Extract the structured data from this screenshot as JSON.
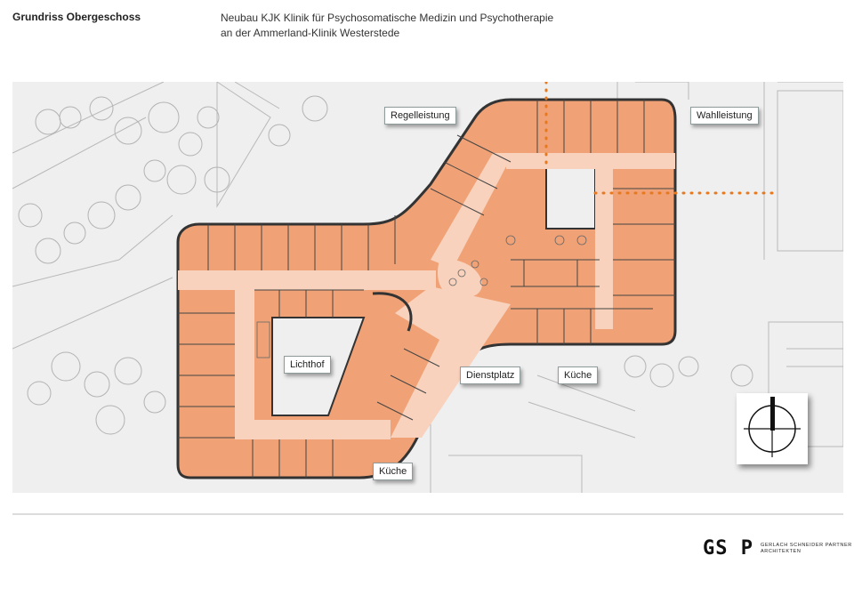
{
  "header": {
    "title": "Grundriss Obergeschoss",
    "subtitle_line1": "Neubau KJK Klinik für Psychosomatische Medizin und Psychotherapie",
    "subtitle_line2": "an der Ammerland-Klinik Westerstede"
  },
  "labels": {
    "regelleistung": "Regelleistung",
    "wahlleistung": "Wahlleistung",
    "lichthof": "Lichthof",
    "dienstplatz": "Dienstplatz",
    "kueche_1": "Küche",
    "kueche_2": "Küche"
  },
  "logo": {
    "mark": "GS P",
    "line1": "GERLACH SCHNEIDER PARTNER",
    "line2": "ARCHITEKTEN"
  },
  "colors": {
    "rooms": "#f0a276",
    "corridor": "#f8d2bd",
    "walls": "#333333",
    "section_marker": "#e8781e",
    "background": "#efefef"
  }
}
